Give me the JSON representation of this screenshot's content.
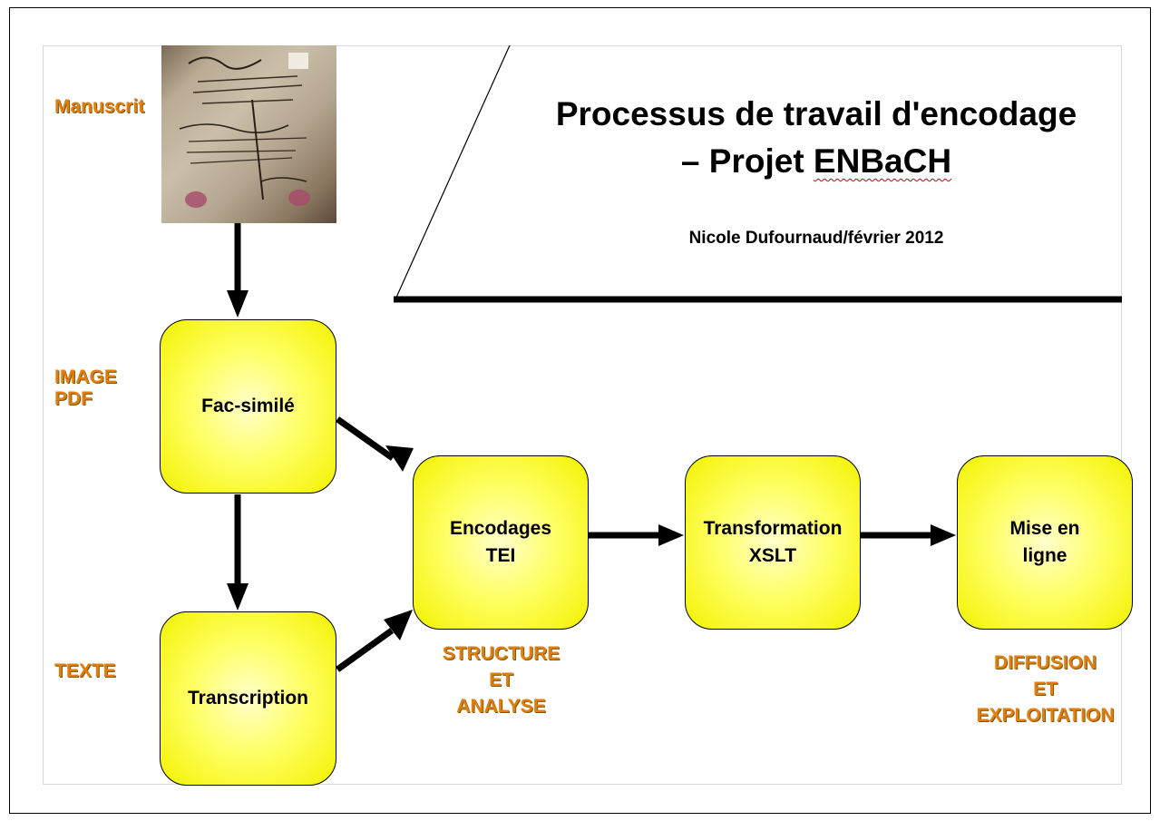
{
  "title_line1": "Processus de travail d'encodage",
  "title_line2_prefix": "– Projet ",
  "title_line2_project": "ENBaCH",
  "author": "Nicole Dufournaud/février 2012",
  "side_labels": {
    "manuscrit": "Manuscrit",
    "image_pdf": "IMAGE\nPDF",
    "texte": "TEXTE"
  },
  "boxes": {
    "fac_simile": "Fac-similé",
    "transcription": "Transcription",
    "encodages": "Encodages\nTEI",
    "transformation": "Transformation\nXSLT",
    "mise_en_ligne": "Mise en\nligne"
  },
  "bottom_labels": {
    "structure": "STRUCTURE\nET\nANALYSE",
    "diffusion": "DIFFUSION\nET\nEXPLOITATION"
  },
  "colors": {
    "box_fill": "#ffff33",
    "label_orange": "#e37d0e",
    "arrow": "#000000",
    "spellcheck_underline": "#d00000"
  }
}
